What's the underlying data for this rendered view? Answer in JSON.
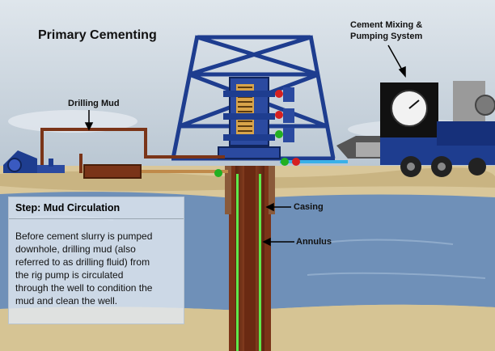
{
  "title": "Primary Cementing",
  "labels": {
    "drilling_mud": "Drilling Mud",
    "cement_mixing": "Cement Mixing &\nPumping System",
    "casing": "Casing",
    "annulus": "Annulus"
  },
  "step": {
    "heading": "Step: Mud Circulation",
    "body": "Before cement slurry is pumped\ndownhole, drilling mud (also\nreferred to as drilling fluid) from\nthe rig pump is circulated\nthrough the well to condition the\nmud and clean the well."
  },
  "colors": {
    "sky": "#cfd8e0",
    "ground": "#d9c79a",
    "water": "#6f90b8",
    "derrick": "#1e3d8f",
    "mud": "#7a3418",
    "casing_line": "#5fe84a",
    "truck": "#1e3d8f"
  }
}
